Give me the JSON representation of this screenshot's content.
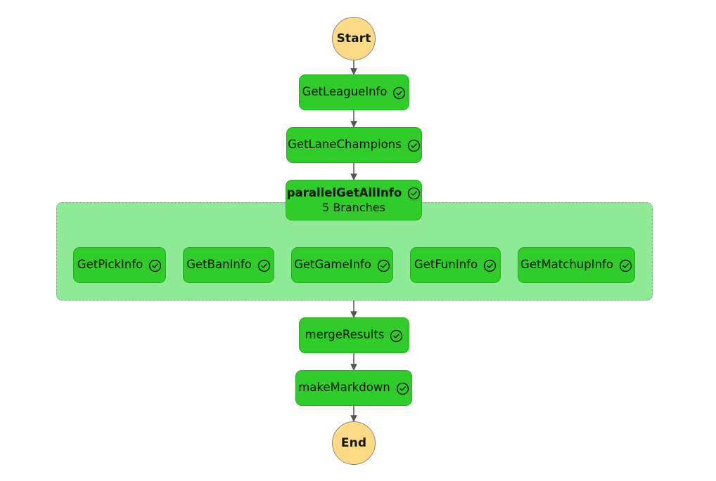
{
  "diagram": {
    "type": "flowchart",
    "direction": "top-to-bottom",
    "background": "#ffffff",
    "colors": {
      "node_fill": "#2fcc2a",
      "node_stroke": "#2aab28",
      "terminal_fill": "#fcdb86",
      "terminal_stroke": "#888888",
      "subgraph_fill": "#8eea95",
      "subgraph_stroke": "#999999",
      "edge_stroke": "#555555",
      "text": "#0d1500"
    }
  },
  "nodes": {
    "start": {
      "label": "Start",
      "shape": "circle",
      "type": "terminal"
    },
    "get_league_info": {
      "label": "GetLeagueInfo",
      "status_icon": "check-circle-icon",
      "shape": "rounded-rect"
    },
    "get_lane_champions": {
      "label": "GetLaneChampions",
      "status_icon": "check-circle-icon",
      "shape": "rounded-rect"
    },
    "parallel_get_all_info": {
      "label": "parallelGetAllInfo",
      "subtitle": "5 Branches",
      "status_icon": "check-circle-icon",
      "shape": "rounded-rect"
    },
    "merge_results": {
      "label": "mergeResults",
      "status_icon": "check-circle-icon",
      "shape": "rounded-rect"
    },
    "make_markdown": {
      "label": "makeMarkdown",
      "status_icon": "check-circle-icon",
      "shape": "rounded-rect"
    },
    "end": {
      "label": "End",
      "shape": "circle",
      "type": "terminal"
    }
  },
  "branch_container": {
    "branch_count": 5,
    "branches": [
      {
        "label": "GetPickInfo",
        "status_icon": "check-circle-icon"
      },
      {
        "label": "GetBanInfo",
        "status_icon": "check-circle-icon"
      },
      {
        "label": "GetGameInfo",
        "status_icon": "check-circle-icon"
      },
      {
        "label": "GetFunInfo",
        "status_icon": "check-circle-icon"
      },
      {
        "label": "GetMatchupInfo",
        "status_icon": "check-circle-icon"
      }
    ]
  },
  "edges": [
    {
      "from": "Start",
      "to": "GetLeagueInfo"
    },
    {
      "from": "GetLeagueInfo",
      "to": "GetLaneChampions"
    },
    {
      "from": "GetLaneChampions",
      "to": "parallelGetAllInfo"
    },
    {
      "from": "parallelGetAllInfo",
      "to": "GetPickInfo"
    },
    {
      "from": "parallelGetAllInfo",
      "to": "GetBanInfo"
    },
    {
      "from": "parallelGetAllInfo",
      "to": "GetGameInfo"
    },
    {
      "from": "parallelGetAllInfo",
      "to": "GetFunInfo"
    },
    {
      "from": "parallelGetAllInfo",
      "to": "GetMatchupInfo"
    },
    {
      "from": "branches",
      "to": "mergeResults"
    },
    {
      "from": "mergeResults",
      "to": "makeMarkdown"
    },
    {
      "from": "makeMarkdown",
      "to": "End"
    }
  ]
}
